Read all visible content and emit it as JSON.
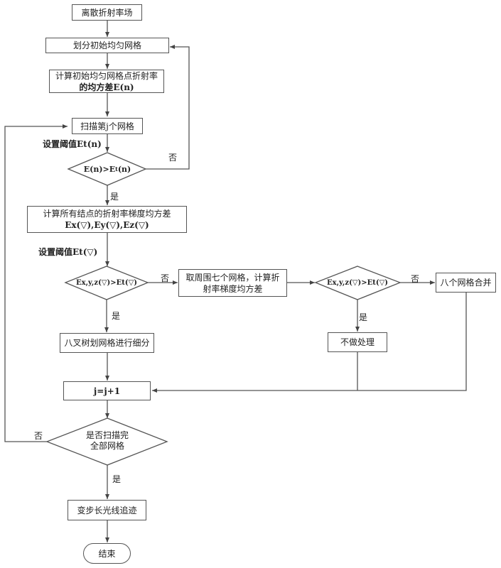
{
  "diagram": {
    "type": "flowchart",
    "nodes": {
      "start": {
        "shape": "rect",
        "label": "离散折射率场"
      },
      "init_grid": {
        "shape": "rect",
        "label": "划分初始均匀网格"
      },
      "calc_variance": {
        "shape": "rect",
        "label_line1": "计算初始均匀网格点折射率",
        "label_line2": "的均方差E(n)"
      },
      "scan_grid": {
        "shape": "rect",
        "label": "扫描第j个网格"
      },
      "threshold_n_label": "设置阈值Et(n)",
      "decision_n": {
        "shape": "diamond",
        "label_main": "E(n)>E",
        "label_sub": "t",
        "label_tail": "(n)"
      },
      "calc_gradient": {
        "shape": "rect",
        "label_line1": "计算所有结点的折射率梯度均方差",
        "label_line2": "Ex(▽),Ey(▽),Ez(▽)"
      },
      "threshold_grad_label": "设置阈值Et(▽)",
      "decision_grad": {
        "shape": "diamond",
        "label": "Ex,y,z(▽)>Et(▽)"
      },
      "seven_grids": {
        "shape": "rect",
        "label_line1": "取周围七个网格，计算折",
        "label_line2": "射率梯度均方差"
      },
      "decision_grad2": {
        "shape": "diamond",
        "label": "Ex,y,z(▽)>Et(▽)"
      },
      "merge_eight": {
        "shape": "rect",
        "label": "八个网格合并"
      },
      "no_process": {
        "shape": "rect",
        "label": "不做处理"
      },
      "octree_split": {
        "shape": "rect",
        "label": "八叉树划网格进行细分"
      },
      "increment": {
        "shape": "rect",
        "label": "j=j+1"
      },
      "decision_done": {
        "shape": "diamond",
        "label_line1": "是否扫描完",
        "label_line2": "全部网格"
      },
      "ray_trace": {
        "shape": "rect",
        "label": "变步长光线追迹"
      },
      "end": {
        "shape": "terminal",
        "label": "结束"
      }
    },
    "edge_labels": {
      "yes": "是",
      "no": "否"
    },
    "edges": [
      {
        "from": "start",
        "to": "init_grid"
      },
      {
        "from": "init_grid",
        "to": "calc_variance"
      },
      {
        "from": "calc_variance",
        "to": "scan_grid"
      },
      {
        "from": "scan_grid",
        "to": "decision_n"
      },
      {
        "from": "decision_n",
        "to": "init_grid",
        "label": "否"
      },
      {
        "from": "decision_n",
        "to": "calc_gradient",
        "label": "是"
      },
      {
        "from": "calc_gradient",
        "to": "decision_grad"
      },
      {
        "from": "decision_grad",
        "to": "seven_grids",
        "label": "否"
      },
      {
        "from": "decision_grad",
        "to": "octree_split",
        "label": "是"
      },
      {
        "from": "seven_grids",
        "to": "decision_grad2"
      },
      {
        "from": "decision_grad2",
        "to": "merge_eight",
        "label": "否"
      },
      {
        "from": "decision_grad2",
        "to": "no_process",
        "label": "是"
      },
      {
        "from": "octree_split",
        "to": "increment"
      },
      {
        "from": "no_process",
        "to": "increment"
      },
      {
        "from": "merge_eight",
        "to": "increment"
      },
      {
        "from": "increment",
        "to": "decision_done"
      },
      {
        "from": "decision_done",
        "to": "scan_grid",
        "label": "否"
      },
      {
        "from": "decision_done",
        "to": "ray_trace",
        "label": "是"
      },
      {
        "from": "ray_trace",
        "to": "end"
      }
    ]
  },
  "colors": {
    "line": "#555555",
    "text": "#222222",
    "background": "#ffffff"
  }
}
